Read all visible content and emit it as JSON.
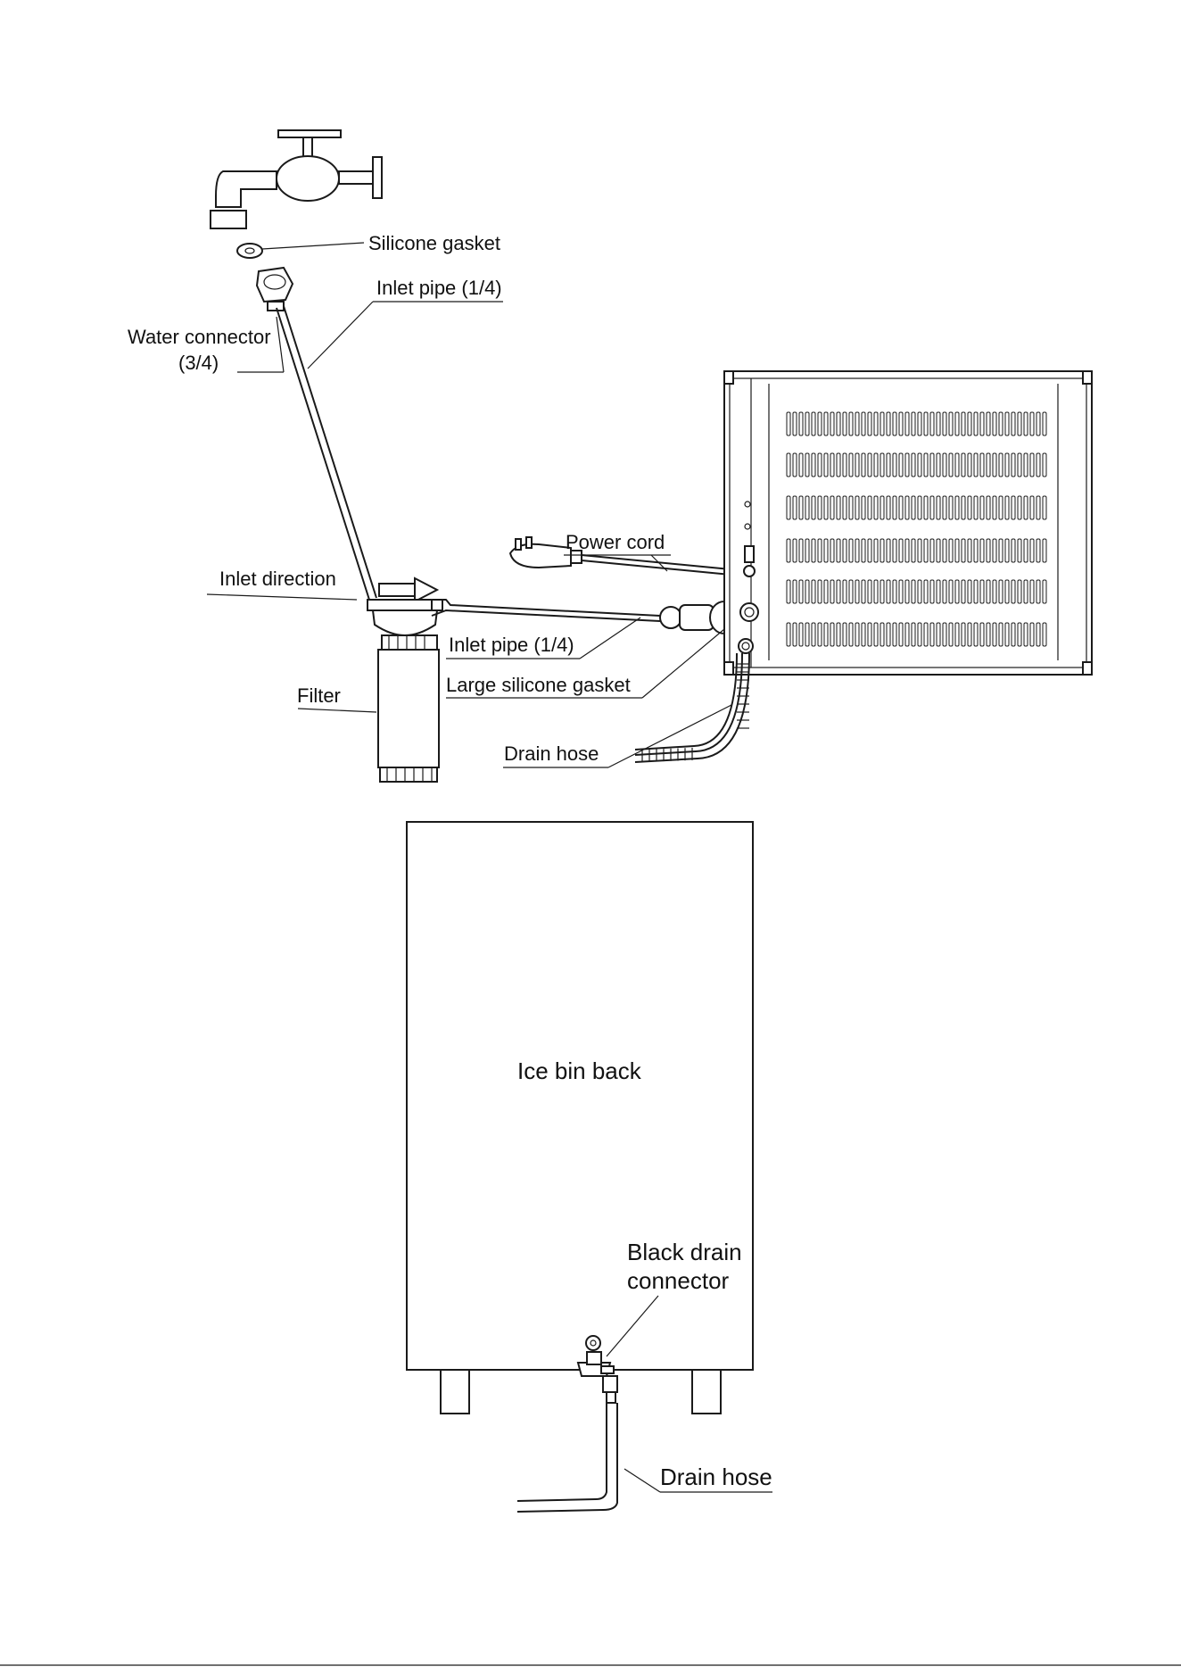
{
  "labels": {
    "silicone_gasket": "Silicone gasket",
    "inlet_pipe_top": "Inlet pipe (1/4)",
    "water_connector": "Water connector",
    "water_connector_size": "(3/4)",
    "inlet_direction": "Inlet direction",
    "power_cord": "Power cord",
    "inlet_pipe_bottom": "Inlet pipe (1/4)",
    "large_silicone_gasket": "Large silicone gasket",
    "filter": "Filter",
    "drain_hose_top": "Drain hose",
    "ice_bin_back": "Ice bin back",
    "black_drain_connector_line1": "Black drain",
    "black_drain_connector_line2": "connector",
    "drain_hose_bottom": "Drain hose"
  },
  "colors": {
    "line": "#1a1a1a",
    "background": "#ffffff"
  }
}
